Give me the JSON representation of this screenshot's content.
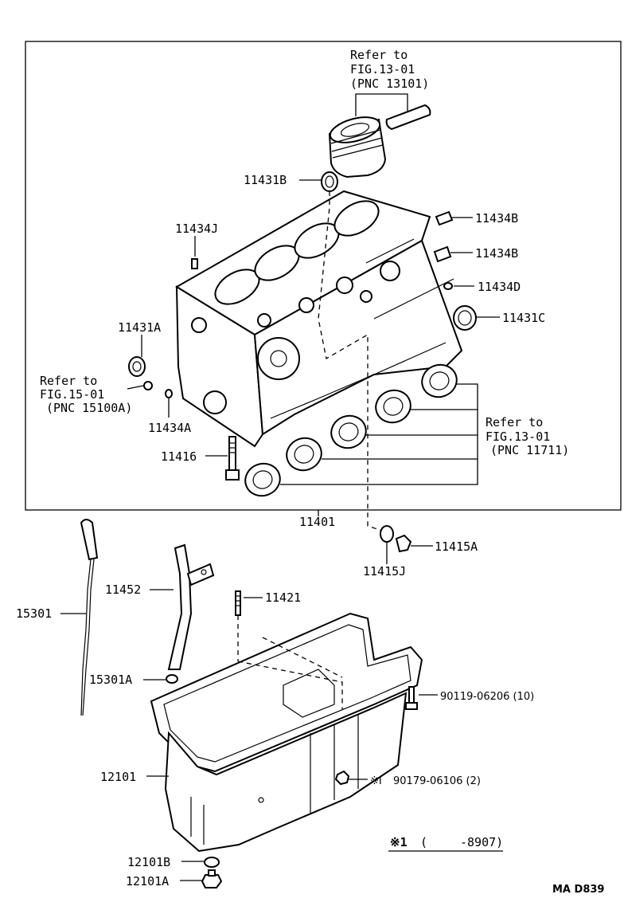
{
  "refs": {
    "piston": [
      "Refer to",
      "FIG.13-01",
      "(PNC 13101)"
    ],
    "timing": [
      "Refer to",
      "FIG.15-01",
      "(PNC 15100A)"
    ],
    "bearing": [
      "Refer to",
      "FIG.13-01",
      "(PNC 11711)"
    ]
  },
  "parts": {
    "p11431B": "11431B",
    "p11434J": "11434J",
    "p11434B_1": "11434B",
    "p11434B_2": "11434B",
    "p11434D": "11434D",
    "p11431A": "11431A",
    "p11431C": "11431C",
    "p11434A": "11434A",
    "p11416": "11416",
    "p11401": "11401",
    "p11415A": "11415A",
    "p11415J": "11415J",
    "p15301": "15301",
    "p11452": "11452",
    "p11421": "11421",
    "p15301A": "15301A",
    "p90119": "90119-06206 (10)",
    "p12101": "12101",
    "p90179": "90179-06106 (2)",
    "p12101B": "12101B",
    "p12101A": "12101A"
  },
  "note": {
    "mark": "※1",
    "open": "(",
    "range": "-8907)"
  },
  "note_90179_mark": "※I",
  "diagram_code": "MA D839"
}
